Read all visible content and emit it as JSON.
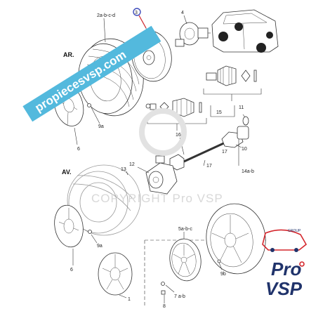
{
  "sections": {
    "rear": "AR.",
    "front": "AV."
  },
  "labels": {
    "l2abcd": "2a-b-c-d",
    "l3": "3",
    "l4": "4",
    "l9a_top": "9a",
    "l6_top": "6",
    "l15": "15",
    "l11": "11",
    "l16": "16",
    "l17a": "17",
    "l10": "10",
    "l17b": "17",
    "l14ab": "14a-b",
    "l12": "12",
    "l13": "13",
    "l9a_bot": "9a",
    "l6_bot": "6",
    "l1": "1",
    "l5abc": "5a-b-c",
    "l9b": "9b",
    "l8": "8",
    "l7ab": "7 a-b"
  },
  "banner": {
    "text": "propiecesvsp.com"
  },
  "watermark": {
    "text": "COPYRIGHT Pro VSP"
  },
  "logo": {
    "pro": "Pro",
    "vsp": "VSP",
    "group": "GROUP"
  },
  "colors": {
    "banner": "#53b9dd",
    "logo_navy": "#20336b",
    "logo_red": "#d4262c",
    "marker": "#3f4dbb"
  }
}
